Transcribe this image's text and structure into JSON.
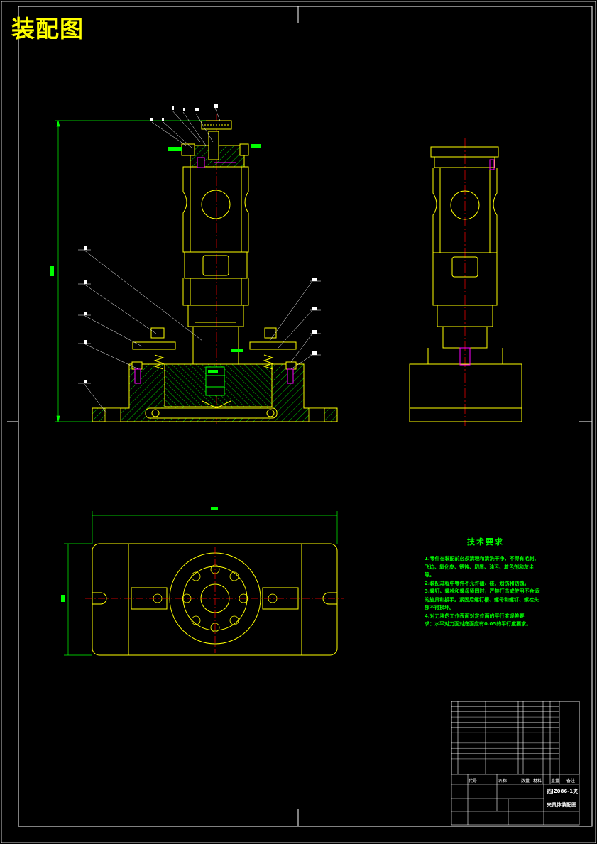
{
  "drawing": {
    "title": "装配图",
    "colors": {
      "background": "#000000",
      "border": "#ffffff",
      "outline": "#ffff00",
      "hatch": "#00ff00",
      "centerline": "#ff0000",
      "dimension": "#00ff00",
      "hidden": "#ff00ff",
      "leader": "#ffffff"
    }
  },
  "technical_requirements": {
    "title": "技术要求",
    "items": [
      "1.零件在装配前必须清理和清洗干净，不得有毛刺、",
      "飞边、氧化皮、锈蚀、切屑、油污、着色剂和灰尘",
      "等。",
      "2.装配过程中零件不允许磕、碰、划伤和锈蚀。",
      "3.螺钉、螺栓和螺母紧固时，严禁打击或使用不合适",
      "的旋具和扳手。紧固后螺钉槽、螺母和螺钉、螺栓头",
      "部不得损坏。",
      "4.对刀块的工作表面对定位面的平行度误差要",
      "求：水平对刀面对底面应有0.05的平行度要求。"
    ]
  },
  "title_block": {
    "drawing_number": "钻JZ086-1夹",
    "drawing_name": "夹具体装配图",
    "header_labels": [
      "代号",
      "名称",
      "数量",
      "材料",
      "重量",
      "备注"
    ]
  }
}
